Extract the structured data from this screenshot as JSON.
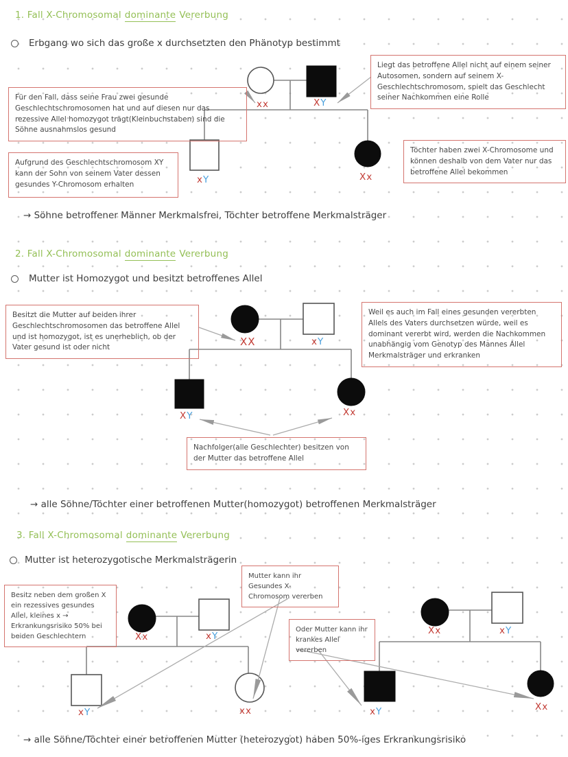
{
  "colors": {
    "heading_green": "#93bf55",
    "box_border_red": "#d4736d",
    "genotype_red": "#c23b34",
    "genotype_blue": "#4aa0dd",
    "ink": "#3d3d3d",
    "arrow_gray": "#9a9a9a"
  },
  "s1": {
    "title_prefix": "1. Fall X-Chromosomal",
    "title_underlined": "dominante",
    "title_suffix": "Vererbung",
    "bullet": "Erbgang wo sich das große x durchsetzten den Phänotyp bestimmt",
    "note_left_top": "Für den Fall, dass seine Frau zwei gesunde Geschlechtschromosomen hat und auf diesen nur das rezessive Allel homozygot trägt(Kleinbuchstaben) sind die Söhne ausnahmslos gesund",
    "note_right_top": "Liegt das betroffene Allel nicht auf einem seiner Autosomen, sondern auf seinem X-Geschlechtschromosom, spielt das Geschlecht seiner Nachkommen eine Rolle",
    "note_left_bottom": "Aufgrund des Geschlechtschromosom XY kann der Sohn von seinem Vater dessen gesundes Y-Chromosom erhalten",
    "note_right_bottom": "Töchter haben zwei X-Chromosome und können deshalb von dem Vater nur das betroffene Allel bekommen",
    "pedigree": {
      "mother": "xx",
      "father_x": "X",
      "father_y": "Y",
      "son_x": "x",
      "son_y": "Y",
      "daughter": "Xx"
    },
    "conclusion": "→ Söhne betroffener Männer Merkmalsfrei, Töchter betroffene Merkmalsträger"
  },
  "s2": {
    "title_prefix": "2. Fall X-Chromosomal",
    "title_underlined": "dominante",
    "title_suffix": "Vererbung",
    "bullet": "Mutter ist Homozygot und besitzt betroffenes Allel",
    "note_left": "Besitzt die Mutter auf beiden ihrer Geschlechtschromosomen das betroffene Allel und ist homozygot, ist es unerheblich, ob der Vater gesund ist oder nicht",
    "note_right": "Weil es auch im Fall eines gesunden vererbten Allels des Vaters durchsetzen würde, weil es dominant vererbt wird, werden die Nachkommen unabhängig vom Genotyp des Mannes Allel Merkmalsträger und erkranken",
    "note_bottom": "Nachfolger(alle Geschlechter) besitzen von der Mutter das betroffene Allel",
    "pedigree": {
      "mother": "XX",
      "father_x": "x",
      "father_y": "Y",
      "son_x": "X",
      "son_y": "Y",
      "daughter": "Xx"
    },
    "conclusion": "→ alle Söhne/Töchter einer betroffenen Mutter(homozygot) betroffenen Merkmalsträger"
  },
  "s3": {
    "title_prefix": "3. Fall X-Chromosomal",
    "title_underlined": "dominante",
    "title_suffix": "Vererbung",
    "bullet": "Mutter ist heterozygotische Merkmalsträgerin",
    "note_left": "Besitz neben dem großen X ein rezessives gesundes Allel, kleines x → Erkrankungsrisiko 50% bei beiden Geschlechtern",
    "note_healthy": "Mutter kann ihr Gesundes X-Chromosom vererben",
    "note_sick": "Oder Mutter kann ihr krankes Allel vererben",
    "pedigree_left": {
      "mother": "Xx",
      "father_x": "x",
      "father_y": "Y",
      "son_x": "x",
      "son_y": "Y",
      "daughter": "xx"
    },
    "pedigree_right": {
      "mother": "Xx",
      "father_x": "x",
      "father_y": "Y",
      "son_x": "x",
      "son_y": "Y",
      "daughter": "Xx"
    },
    "conclusion": "→ alle Söhne/Töchter einer betroffenen Mutter (heterozygot) haben 50%-iges Erkrankungsrisiko"
  }
}
